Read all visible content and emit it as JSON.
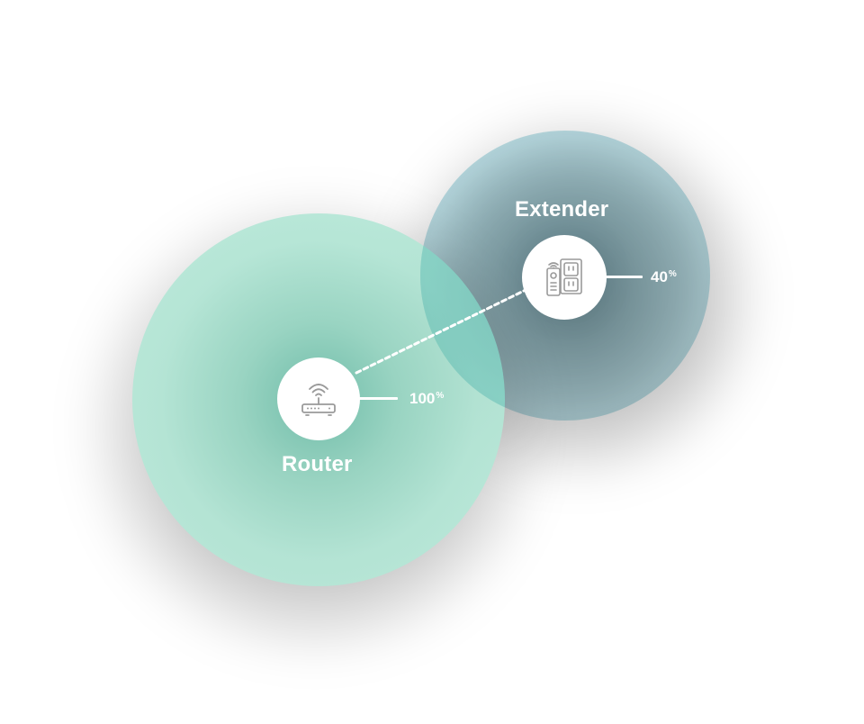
{
  "router": {
    "label": "Router",
    "signal_value": "100",
    "signal_unit": "%",
    "zone_color": "#b6e8da",
    "icon": "router-icon"
  },
  "extender": {
    "label": "Extender",
    "signal_value": "40",
    "signal_unit": "%",
    "zone_color": "#bae0e8",
    "icon": "extender-plug-icon"
  },
  "connection": {
    "style": "dashed",
    "color": "#ffffff"
  }
}
